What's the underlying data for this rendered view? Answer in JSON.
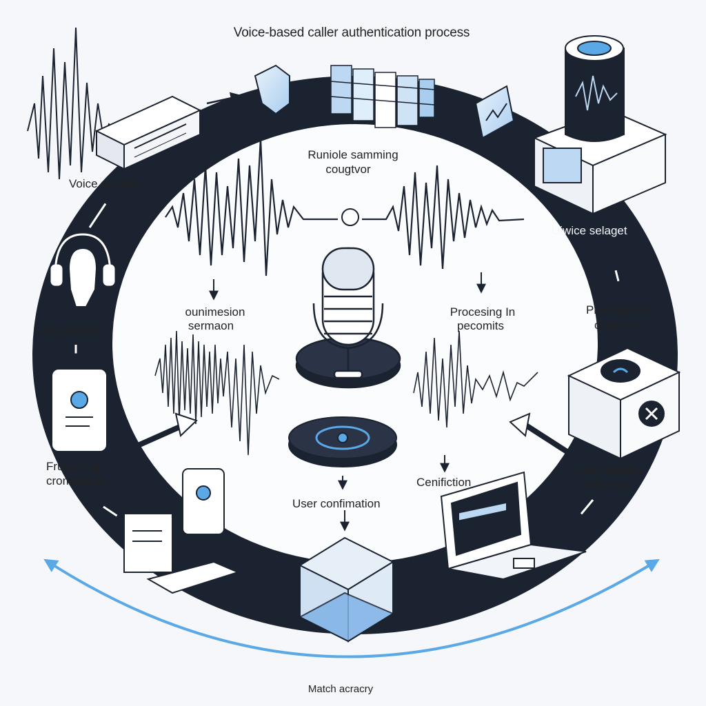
{
  "title": "Voice-based caller authentication process",
  "labels": {
    "voice_sample_top": "Voice sample",
    "voice_sample_left": "Uico samhle",
    "center_top_line1": "Runiole samming",
    "center_top_line2": "cougtvor",
    "top_right": "Uiwice selaget",
    "right_mid_line1": "Procesaned",
    "right_mid_line2": "of ua-ice",
    "left_inner_line1": "ounimesion",
    "left_inner_line2": "sermaon",
    "right_inner_line1": "Procesing In",
    "right_inner_line2": "pecomits",
    "left_lower_line1": "Frugreting",
    "left_lower_line2": "cromifiation",
    "right_lower_line1": "roice-lidening",
    "right_lower_line2": "alfficereg",
    "center_lower": "Cenifiction",
    "user_confirmation": "User confimation",
    "bottom": "Match acracry"
  },
  "colors": {
    "ring": "#1b2230",
    "accent_blue": "#5aa8e6",
    "light_blue": "#bcd8f2",
    "device_fill": "#ffffff",
    "inner_bg": "#fbfcfe"
  },
  "icons": [
    "server-icon",
    "cube-arrow-icon",
    "data-blocks-icon",
    "chart-card-icon",
    "database-tower-icon",
    "headset-user-icon",
    "smartphone-profile-icon",
    "microphone-icon",
    "eye-scanner-icon",
    "wifi-cube-icon",
    "laptop-icon",
    "tablet-icon",
    "desktop-icon",
    "mesh-cube-icon"
  ]
}
